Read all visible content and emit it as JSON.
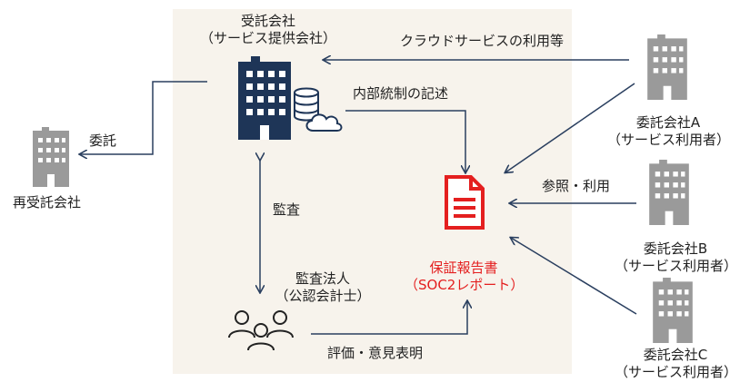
{
  "colors": {
    "panel": "#f7f3ec",
    "navy": "#1e3557",
    "arrow": "#2a3f5f",
    "gray_building": "#9a9a9a",
    "report_red": "#e41f1f"
  },
  "provider": {
    "title_line1": "受託会社",
    "title_line2": "（サービス提供会社）",
    "icon": "office-building-icon",
    "db_icon": "database-cloud-icon"
  },
  "subcontractor": {
    "label": "再受託会社",
    "icon": "office-building-icon"
  },
  "auditor": {
    "title_line1": "監査法人",
    "title_line2": "（公認会計士）",
    "icon": "people-group-icon"
  },
  "report": {
    "title_line1": "保証報告書",
    "title_line2": "（SOC2レポート）",
    "icon": "document-icon"
  },
  "clients": [
    {
      "line1": "委託会社A",
      "line2": "（サービス利用者）",
      "icon": "office-building-icon"
    },
    {
      "line1": "委託会社B",
      "line2": "（サービス利用者）",
      "icon": "office-building-icon"
    },
    {
      "line1": "委託会社C",
      "line2": "（サービス利用者）",
      "icon": "office-building-icon"
    }
  ],
  "arrows": {
    "cloud_usage": "クラウドサービスの利用等",
    "internal_control": "内部統制の記述",
    "delegation": "委託",
    "audit": "監査",
    "reference_use": "参照・利用",
    "evaluation": "評価・意見表明"
  }
}
